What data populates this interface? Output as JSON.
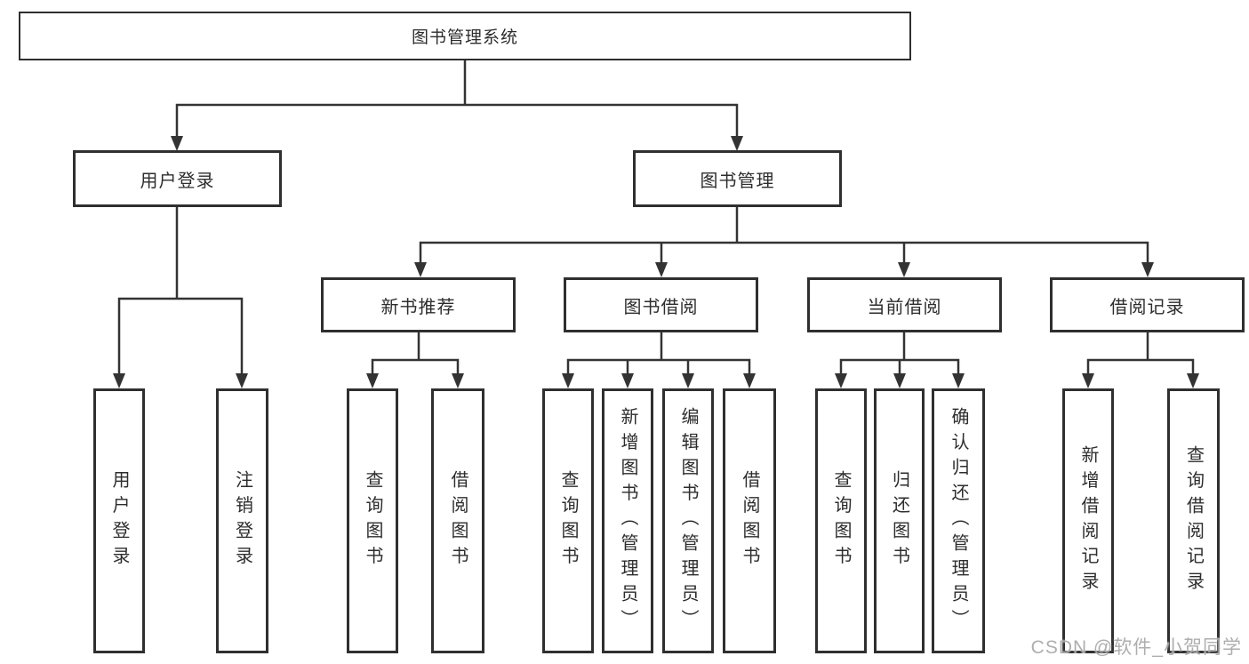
{
  "diagram": {
    "root": {
      "label": "图书管理系统"
    },
    "level2": [
      {
        "label": "用户登录"
      },
      {
        "label": "图书管理"
      }
    ],
    "level3": [
      {
        "label": "新书推荐"
      },
      {
        "label": "图书借阅"
      },
      {
        "label": "当前借阅"
      },
      {
        "label": "借阅记录"
      }
    ],
    "leaves": [
      {
        "label": "用户登录"
      },
      {
        "label": "注销登录"
      },
      {
        "label": "查询图书"
      },
      {
        "label": "借阅图书"
      },
      {
        "label": "查询图书"
      },
      {
        "label": "新增图书（管理员）"
      },
      {
        "label": "编辑图书（管理员）"
      },
      {
        "label": "借阅图书"
      },
      {
        "label": "查询图书"
      },
      {
        "label": "归还图书"
      },
      {
        "label": "确认归还（管理员）"
      },
      {
        "label": "新增借阅记录"
      },
      {
        "label": "查询借阅记录"
      }
    ]
  },
  "watermark": {
    "text": "CSDN @软件_小贺同学"
  },
  "colors": {
    "border": "#2f2f2f",
    "line": "#333333",
    "text": "#2d2d2d",
    "watermark": "#a5a5a5",
    "background": "#ffffff"
  }
}
